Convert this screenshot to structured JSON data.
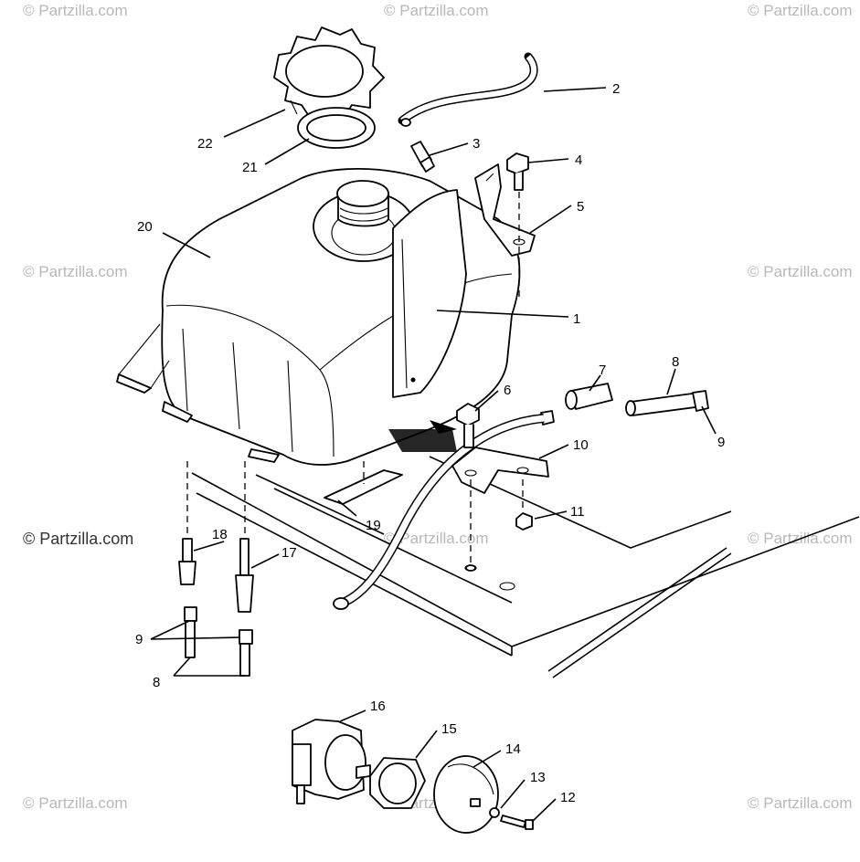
{
  "watermark": "© Partzilla.com",
  "callouts": [
    {
      "id": "c1",
      "label": "1"
    },
    {
      "id": "c2",
      "label": "2"
    },
    {
      "id": "c3",
      "label": "3"
    },
    {
      "id": "c4",
      "label": "4"
    },
    {
      "id": "c5",
      "label": "5"
    },
    {
      "id": "c6",
      "label": "6"
    },
    {
      "id": "c7",
      "label": "7"
    },
    {
      "id": "c8a",
      "label": "8"
    },
    {
      "id": "c8b",
      "label": "8"
    },
    {
      "id": "c9a",
      "label": "9"
    },
    {
      "id": "c9b",
      "label": "9"
    },
    {
      "id": "c10",
      "label": "10"
    },
    {
      "id": "c11",
      "label": "11"
    },
    {
      "id": "c12",
      "label": "12"
    },
    {
      "id": "c13",
      "label": "13"
    },
    {
      "id": "c14",
      "label": "14"
    },
    {
      "id": "c15",
      "label": "15"
    },
    {
      "id": "c16",
      "label": "16"
    },
    {
      "id": "c17",
      "label": "17"
    },
    {
      "id": "c18",
      "label": "18"
    },
    {
      "id": "c19",
      "label": "19"
    },
    {
      "id": "c20",
      "label": "20"
    },
    {
      "id": "c21",
      "label": "21"
    },
    {
      "id": "c22",
      "label": "22"
    }
  ]
}
